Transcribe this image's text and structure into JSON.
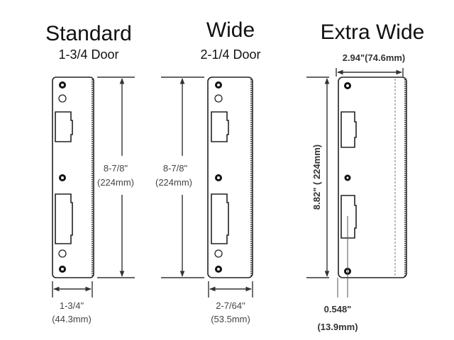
{
  "standard": {
    "title": "Standard",
    "subtitle": "1-3/4 Door",
    "height_in": "8-7/8\"",
    "height_mm": "(224mm)",
    "width_in": "1-3/4\"",
    "width_mm": "(44.3mm)"
  },
  "wide": {
    "title": "Wide",
    "subtitle": "2-1/4 Door",
    "height_in": "8-7/8\"",
    "height_mm": "(224mm)",
    "width_in": "2-7/64\"",
    "width_mm": "(53.5mm)"
  },
  "extra_wide": {
    "title": "Extra Wide",
    "width": "2.94\"(74.6mm)",
    "height": "8.82\" ( 224mm)",
    "offset_in": "0.548\"",
    "offset_mm": "(13.9mm)"
  }
}
